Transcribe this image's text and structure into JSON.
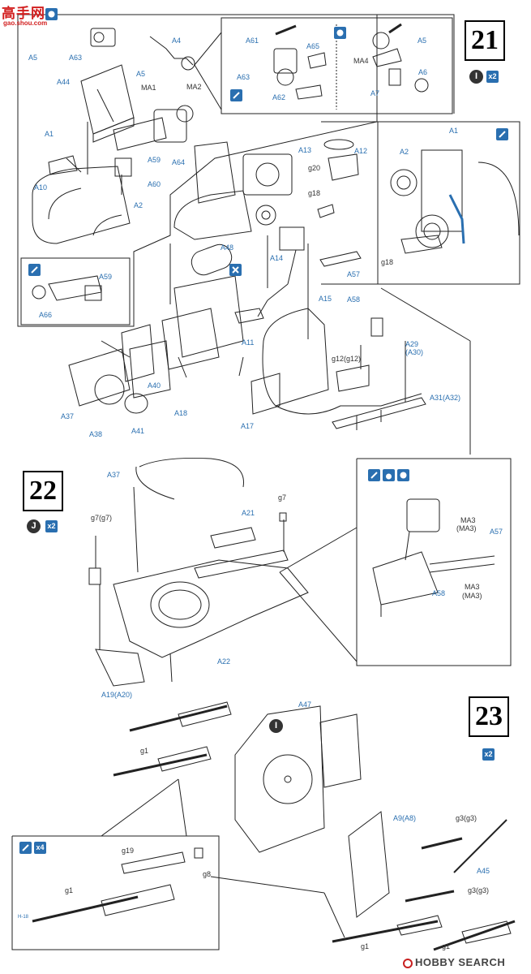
{
  "watermark": {
    "logo": "高手网",
    "url": "gao.shou.com",
    "footer": "HOBBY SEARCH"
  },
  "steps": {
    "s21": "21",
    "s22": "22",
    "s23": "23"
  },
  "badges": {
    "s21_letter": "I",
    "s21_qty": "x2",
    "s22_letter": "J",
    "s22_qty": "x2",
    "s23_letter": "I",
    "s23_qty": "x2",
    "inset_qty": "x4",
    "paint_ref": "H-18"
  },
  "labels": {
    "a5_top": "A5",
    "a63_top": "A63",
    "a4": "A4",
    "a5_b": "A5",
    "a44": "A44",
    "ma1": "MA1",
    "ma2": "MA2",
    "a1": "A1",
    "a59": "A59",
    "a60": "A60",
    "a64": "A64",
    "a10": "A10",
    "a2": "A2",
    "a59_inset": "A59",
    "a66": "A66",
    "a61": "A61",
    "a65": "A65",
    "a63_box": "A63",
    "a62": "A62",
    "a5_box": "A5",
    "ma4": "MA4",
    "a6": "A6",
    "a7": "A7",
    "a13": "A13",
    "a12": "A12",
    "g20": "g20",
    "g18": "g18",
    "a1_right": "A1",
    "a2_right": "A2",
    "g18_right": "g18",
    "a48": "A48",
    "a14": "A14",
    "a57": "A57",
    "a58": "A58",
    "a15": "A15",
    "a11": "A11",
    "a29": "A29",
    "a30": "(A30)",
    "g12": "g12(g12)",
    "a31": "A31(A32)",
    "a37": "A37",
    "a40": "A40",
    "a18": "A18",
    "a17": "A17",
    "a38": "A38",
    "a41": "A41",
    "a37_b": "A37",
    "g7_left": "g7(g7)",
    "g7_right": "g7",
    "a21": "A21",
    "a22": "A22",
    "a19": "A19(A20)",
    "ma3_a": "MA3",
    "ma3_a2": "(MA3)",
    "a57_r": "A57",
    "a58_r": "A58",
    "ma3_b": "MA3",
    "ma3_b2": "(MA3)",
    "a47": "A47",
    "g1_a": "g1",
    "g19": "g19",
    "g8": "g8",
    "g1_inset": "g1",
    "a9": "A9(A8)",
    "g3_a": "g3(g3)",
    "a45": "A45",
    "g3_b": "g3(g3)",
    "g1_b": "g1",
    "g1_c": "g1"
  }
}
